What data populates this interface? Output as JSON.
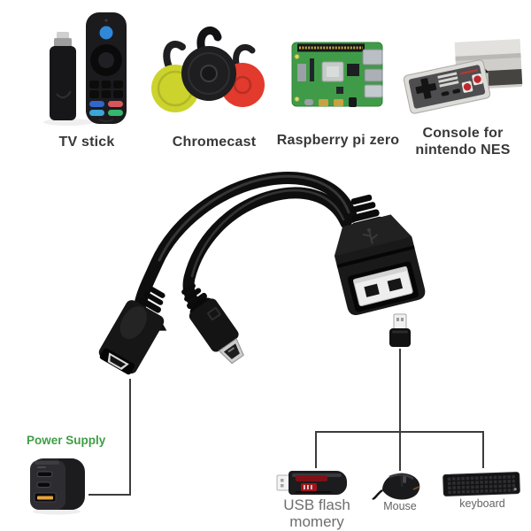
{
  "top_devices": [
    {
      "id": "tv-stick",
      "label": "TV stick",
      "image": "fire-tv-stick-with-remote"
    },
    {
      "id": "chromecast",
      "label": "Chromecast",
      "image": "three-chromecast-pucks"
    },
    {
      "id": "raspberry-pi",
      "label": "Raspberry pi zero",
      "image": "raspberry-pi-board"
    },
    {
      "id": "nes-console",
      "label": "Console for nintendo NES",
      "image": "nes-console-with-controller"
    }
  ],
  "cable": {
    "parts": [
      "usb-a-female-connector",
      "micro-usb-male-connector",
      "micro-usb-female-connector"
    ],
    "plug_icon": "usb-a-male-plug"
  },
  "power_supply": {
    "label": "Power Supply",
    "label_color": "#3f9e46",
    "image": "wall-charger"
  },
  "bottom_devices": [
    {
      "id": "usb-flash",
      "label": "USB flash momery",
      "image": "usb-flash-drive"
    },
    {
      "id": "mouse",
      "label": "Mouse",
      "image": "computer-mouse"
    },
    {
      "id": "keyboard",
      "label": "keyboard",
      "image": "computer-keyboard"
    }
  ],
  "connections": [
    {
      "from": "power-supply",
      "to": "micro-usb-female-connector"
    },
    {
      "from": "usb-a-female-connector",
      "to": [
        "usb-flash",
        "mouse",
        "keyboard"
      ]
    }
  ],
  "colors": {
    "background": "#ffffff",
    "label_dark": "#383838",
    "label_gray": "#6e6e6e",
    "connector_line": "#3c3c3c",
    "chromecast_yellow": "#ccd32c",
    "chromecast_black": "#1e1e20",
    "chromecast_red": "#e23a2c",
    "raspberry_green": "#3f9b47",
    "nes_red": "#c0272d",
    "flash_red": "#a31219",
    "power_label_green": "#3f9e46",
    "usb_port_yellow": "#e7a43c",
    "alexa_blue": "#2f88d8"
  }
}
